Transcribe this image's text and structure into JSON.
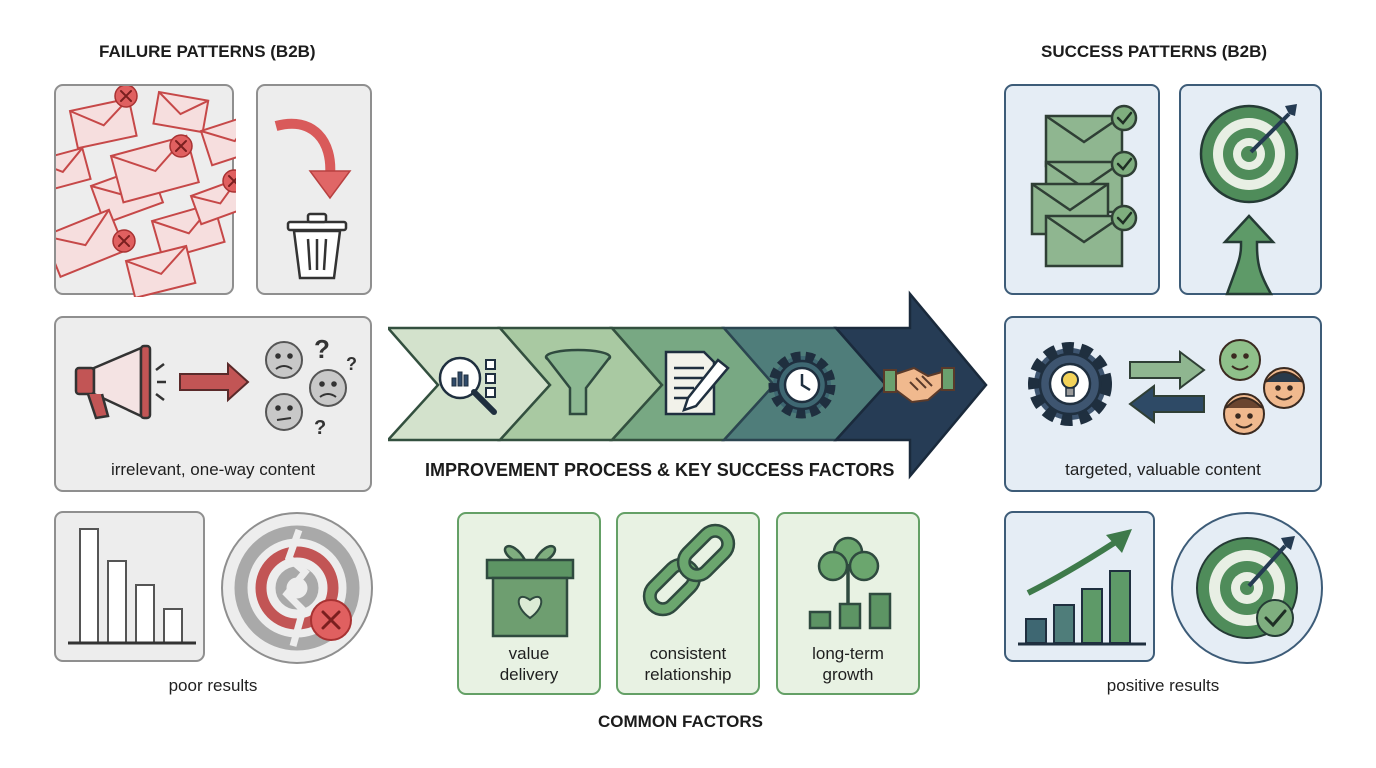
{
  "failure": {
    "title": "FAILURE PATTERNS (B2B)",
    "content_caption": "irrelevant, one-way content",
    "results_caption": "poor results",
    "icons": [
      "envelope-x-icon",
      "trash-icon",
      "megaphone-icon",
      "confused-face-icon",
      "declining-bars-icon",
      "broken-target-icon"
    ]
  },
  "process": {
    "title": "IMPROVEMENT PROCESS & KEY SUCCESS FACTORS",
    "steps": [
      "analysis-icon",
      "funnel-icon",
      "document-edit-icon",
      "gear-clock-icon",
      "handshake-icon"
    ]
  },
  "common": {
    "title": "COMMON FACTORS",
    "items": [
      {
        "line1": "value",
        "line2": "delivery",
        "icon": "gift-heart-icon"
      },
      {
        "line1": "consistent",
        "line2": "relationship",
        "icon": "chain-link-icon"
      },
      {
        "line1": "long-term",
        "line2": "growth",
        "icon": "tree-growth-icon"
      }
    ]
  },
  "success": {
    "title": "SUCCESS PATTERNS (B2B)",
    "content_caption": "targeted, valuable content",
    "results_caption": "positive results",
    "icons": [
      "envelope-check-icon",
      "target-up-icon",
      "gear-bulb-icon",
      "exchange-arrows-icon",
      "smiling-faces-icon",
      "growth-chart-icon",
      "target-check-icon"
    ]
  },
  "colors": {
    "fail_red": "#d95a5a",
    "fail_gray": "#8f8f8f",
    "success_green": "#5e9a68",
    "success_navy": "#253b52",
    "common_green": "#64a066"
  }
}
